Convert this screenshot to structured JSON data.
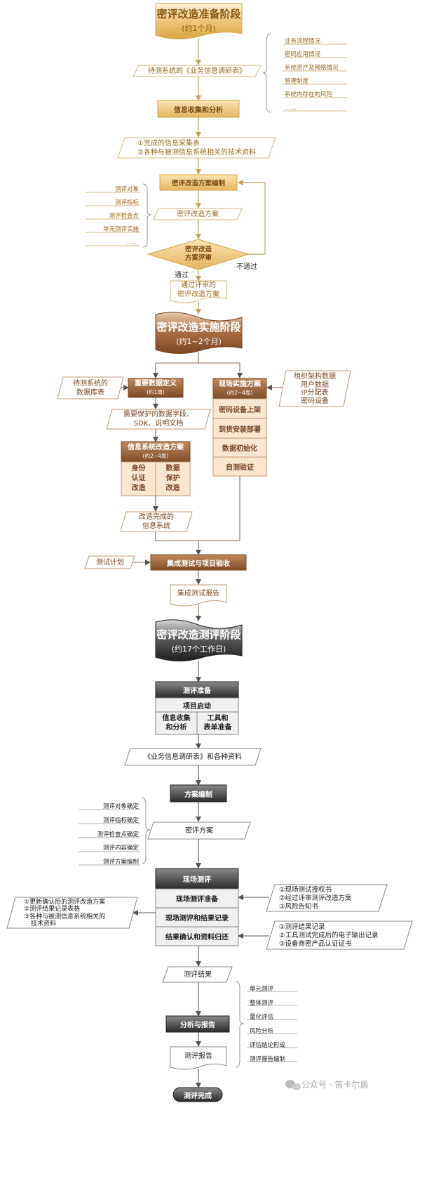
{
  "phase1": {
    "title": "密评改造准备阶段",
    "duration": "(约1个月)",
    "survey": "待测系统的《业务信息调研表》",
    "survey_items": [
      "业务流程情况",
      "密码应用情况",
      "系统资产及网络情况",
      "管理制度",
      "系统内存在的风险",
      "……"
    ],
    "collect": "信息收集和分析",
    "collect_out_1": "①完成的信息采集表",
    "collect_out_2": "②各种与被测信息系统相关的技术资料",
    "plan": "密评改造方案编制",
    "plan_items": [
      "测评对象",
      "测评指标",
      "测评检查点",
      "单元测评实施",
      "……"
    ],
    "plan_doc": "密评改造方案",
    "review_1": "密评改造",
    "review_2": "方案评审",
    "fail": "不通过",
    "pass": "通过",
    "passed_doc_1": "通过评审的",
    "passed_doc_2": "密评改造方案"
  },
  "phase2": {
    "title": "密评改造实施阶段",
    "duration": "(约1~2个月)",
    "db_1": "待测系统的",
    "db_2": "数据库表",
    "data_def": "重要数据定义",
    "data_def_dur": "(约1周)",
    "data_fields_1": "需要保护的数据字段、",
    "data_fields_2": "SDK、说明文档",
    "it_plan": "信息系统改造方案",
    "it_plan_dur": "(约2~4周)",
    "auth_1": "身份",
    "auth_2": "认证",
    "auth_3": "改造",
    "prot_1": "数据",
    "prot_2": "保护",
    "prot_3": "改造",
    "modified_1": "改造完成的",
    "modified_2": "信息系统",
    "site_plan": "现场实施方案",
    "site_plan_dur": "(约2~4周)",
    "site_steps": [
      "密码设备上架",
      "到货安装部署",
      "数据初始化",
      "自测验证"
    ],
    "org_data": [
      "组织架构数据",
      "用户数据",
      "IP分配表",
      "密码设备"
    ],
    "test_plan": "测试计划",
    "integration": "集成测试与项目验收",
    "report": "集成测试报告"
  },
  "phase3": {
    "title": "密评改造测评阶段",
    "duration": "(约17个工作日)",
    "prep": "测评准备",
    "kickoff": "项目启动",
    "info_1": "信息收集",
    "info_2": "和分析",
    "tools_1": "工具和",
    "tools_2": "表单准备",
    "materials": "《业务信息调研表》和各种资料",
    "scheme": "方案编制",
    "scheme_items": [
      "测评对象确定",
      "测评指标确定",
      "测评检查点确定",
      "测评内容确定",
      "测评方案编制"
    ],
    "scheme_doc": "密评方案",
    "onsite": "现场测评",
    "onsite_steps": [
      "现场测评准备",
      "现场测评和结果记录",
      "结果确认和资料归还"
    ],
    "right_in_1": [
      "①现场测试授权书",
      "②经过评审测评改造方案",
      "③风险告知书"
    ],
    "right_in_2": [
      "①测评结果记录",
      "②工具测试完成后的电子输出记录",
      "③设备商密产品认证证书"
    ],
    "left_out": [
      "①更新确认后的测评改造方案",
      "②测评结果记录表格",
      "③各种与被测信息系统相关的",
      "技术资料"
    ],
    "result": "测评结果",
    "analysis": "分析与报告",
    "analysis_items": [
      "单元测评",
      "整体测评",
      "量化评估",
      "风险分析",
      "评估结论形成",
      "测评报告编制"
    ],
    "report": "测评报告",
    "done": "测评完成"
  },
  "watermark": "公众号 · 笛卡尔盾",
  "colors": {
    "gold": "#e6b85a",
    "gold_light": "#fbeccd",
    "brown": "#8c5a36",
    "brown_light": "#fbe6cf",
    "dark": "#3a3a3a"
  }
}
